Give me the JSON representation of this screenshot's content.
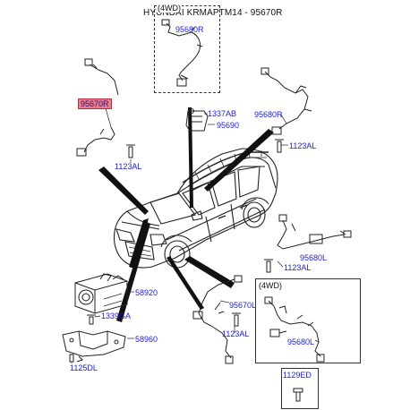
{
  "header": {
    "title": "HYUNDAI KRMAPTM14 - 95670R"
  },
  "groups": {
    "top_4wd": "(4WD)",
    "bottom_4wd": "(4WD)"
  },
  "parts": {
    "p95680R_top": "95680R",
    "p95670R": "95670R",
    "p1123AL_left": "1123AL",
    "p1337AB": "1337AB",
    "p95690": "95690",
    "p95680R_right": "95680R",
    "p1123AL_right": "1123AL",
    "p95680L_right": "95680L",
    "p1123AL_mid": "1123AL",
    "p58920": "58920",
    "p1339GA": "1339GA",
    "p58960": "58960",
    "p1125DL": "1125DL",
    "p95670L": "95670L",
    "p1123AL_bottom": "1123AL",
    "p95680L_bottom": "95680L",
    "p1129ED": "1129ED"
  },
  "colors": {
    "label_blue": "#1c1cd6",
    "highlight": "#f07a86",
    "line": "#222222"
  }
}
